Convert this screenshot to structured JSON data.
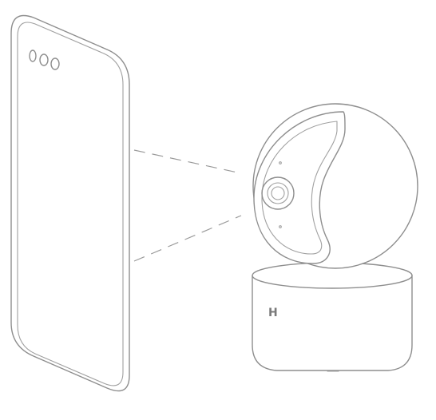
{
  "camera": {
    "brand_mark": "H"
  },
  "colors": {
    "outline": "#8e8e8e",
    "background": "#ffffff"
  },
  "icons": [
    "phone-outline",
    "camera-lens",
    "connection-dashes"
  ]
}
